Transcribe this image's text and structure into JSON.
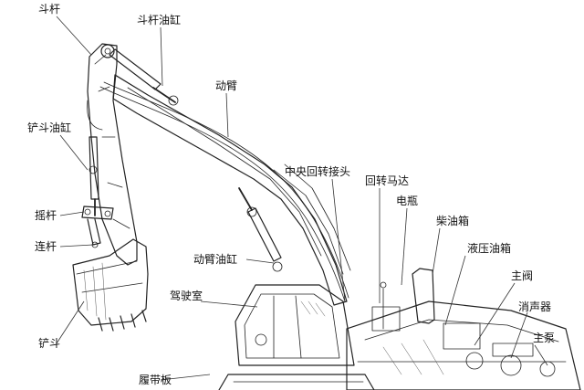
{
  "labels": {
    "stick": "斗杆",
    "stick_cylinder": "斗杆油缸",
    "boom": "动臂",
    "bucket_cylinder": "铲斗油缸",
    "swivel_joint": "中央回转接头",
    "swing_motor": "回转马达",
    "battery": "电瓶",
    "rocker": "摇杆",
    "fuel_tank": "柴油箱",
    "link": "连杆",
    "hydraulic_tank": "液压油箱",
    "boom_cylinder": "动臂油缸",
    "main_valve": "主阀",
    "cab": "驾驶室",
    "muffler": "消声器",
    "main_pump": "主泵",
    "bucket": "铲斗",
    "track_plate": "履带板"
  }
}
